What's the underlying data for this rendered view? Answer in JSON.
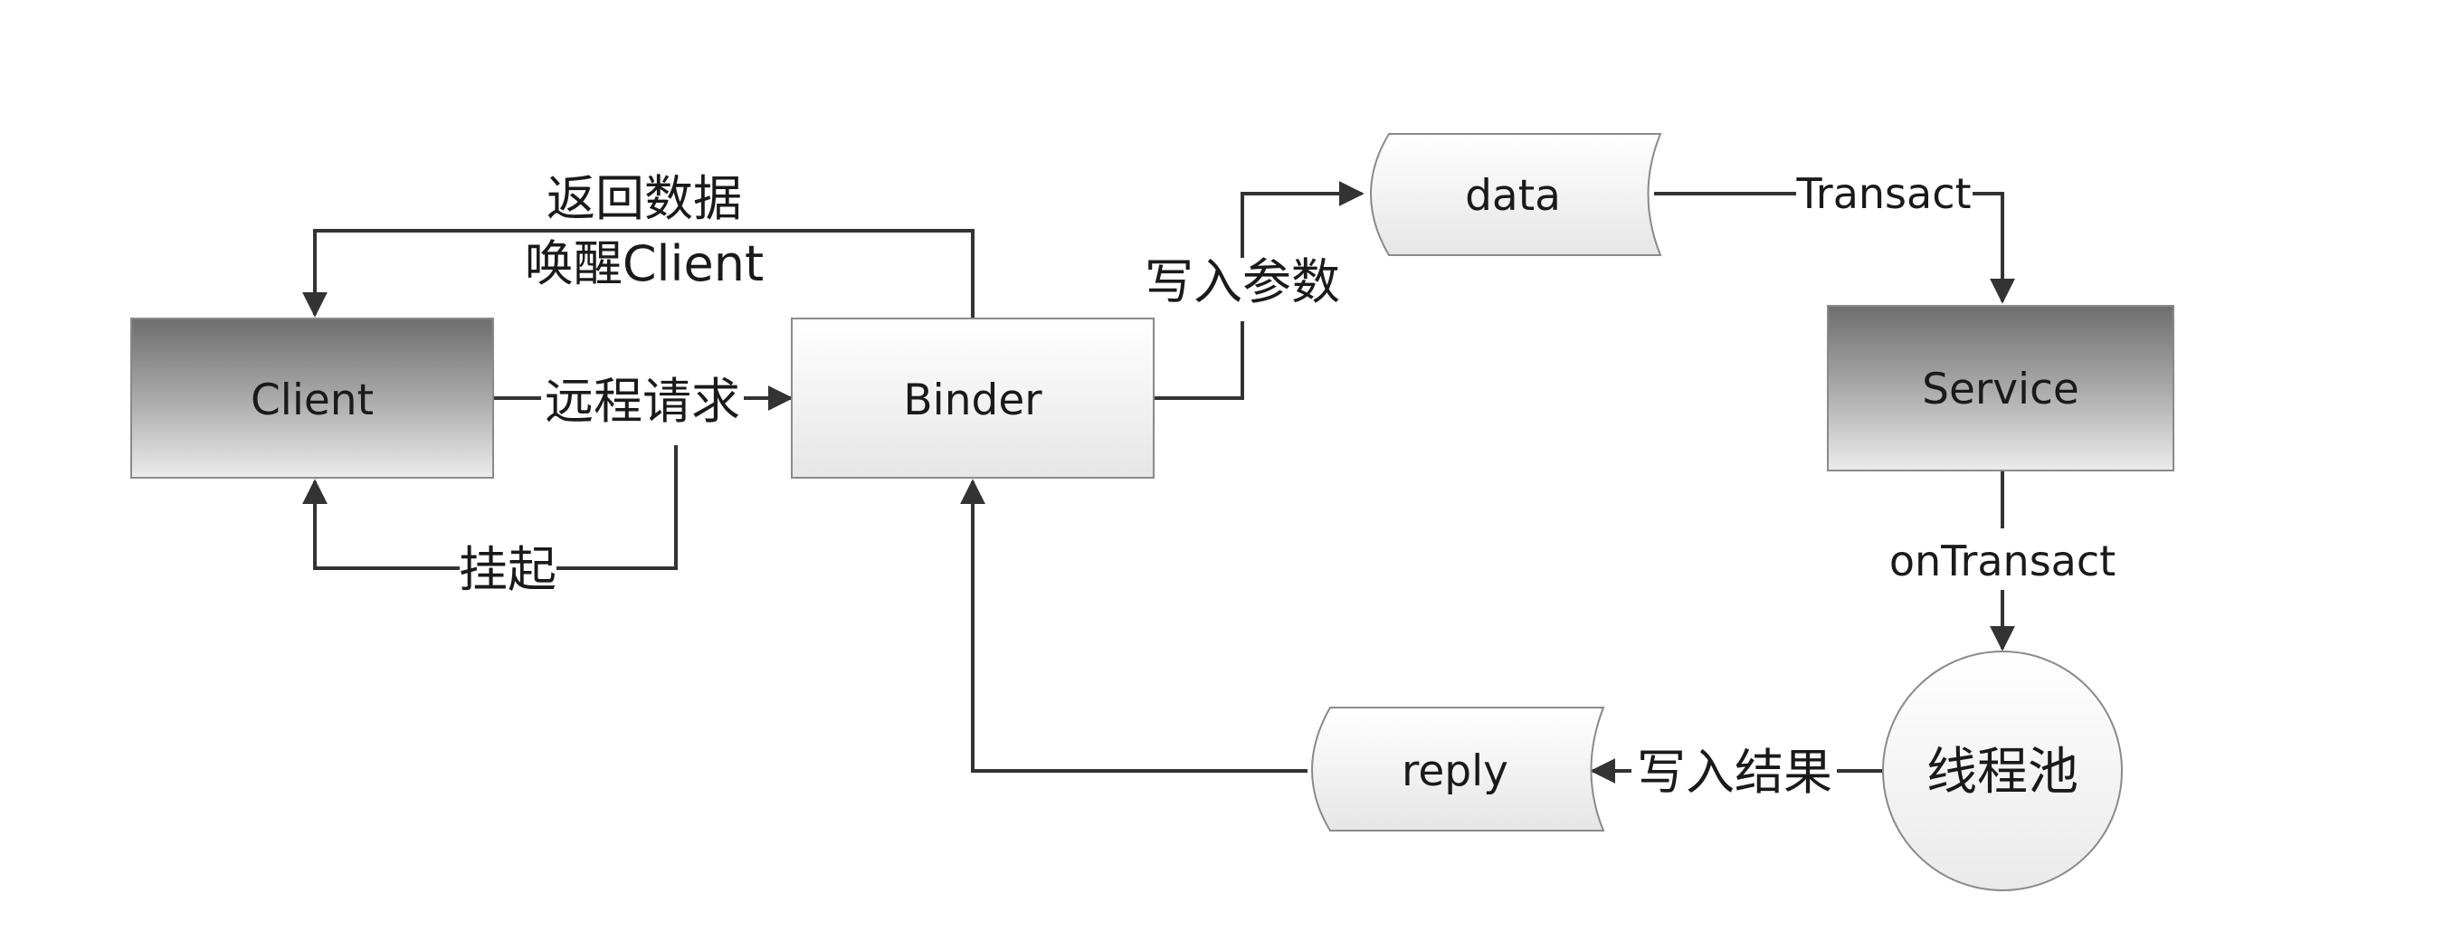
{
  "nodes": {
    "client": {
      "label": "Client"
    },
    "binder": {
      "label": "Binder"
    },
    "data": {
      "label": "data"
    },
    "service": {
      "label": "Service"
    },
    "pool": {
      "label": "线程池"
    },
    "reply": {
      "label": "reply"
    }
  },
  "edges": {
    "return_line1": "返回数据",
    "return_line2": "唤醒Client",
    "remote_request": "远程请求",
    "suspend": "挂起",
    "write_params": "写入参数",
    "transact": "Transact",
    "on_transact": "onTransact",
    "write_result": "写入结果"
  }
}
